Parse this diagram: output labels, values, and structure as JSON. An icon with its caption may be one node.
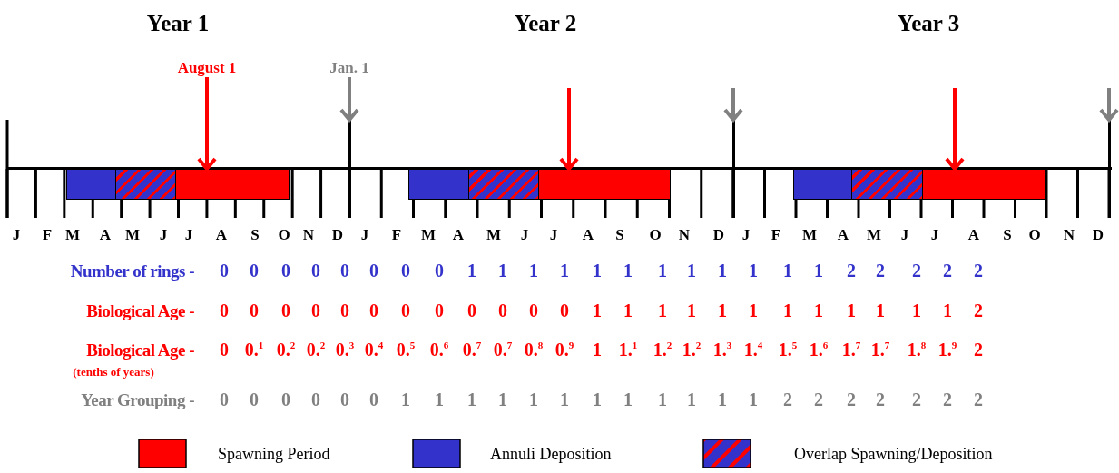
{
  "diagram": {
    "nodes": [
      {
        "text": [
          "August 1"
        ]
      },
      {
        "text": [
          "Jan. 1"
        ]
      },
      {
        "text": [],
        "shape": "bar"
      },
      {
        "text": [],
        "shape": "bar"
      },
      {
        "text": [],
        "shape": "bar"
      },
      {
        "text": [],
        "shape": "box"
      },
      {
        "text": [],
        "shape": "box"
      },
      {
        "text": [],
        "shape": "box"
      },
      {
        "text": [],
        "shape": "box"
      },
      {
        "text": [],
        "shape": "box"
      },
      {
        "text": [],
        "shape": "box"
      },
      {
        "text": [],
        "shape": "box"
      },
      {
        "text": [],
        "shape": "box"
      },
      {
        "text": [],
        "shape": "box"
      }
    ],
    "edges": [
      {
        "from": 0,
        "to": 7,
        "arrow": "to",
        "color": "#ff0000"
      },
      {
        "from": 1,
        "to": 2,
        "arrow": "to",
        "color": "#808080"
      },
      {
        "from": null,
        "to": 10,
        "arrow": "to",
        "color": "#ff0000"
      },
      {
        "from": null,
        "to": 3,
        "arrow": "to",
        "color": "#808080"
      },
      {
        "from": null,
        "to": 13,
        "arrow": "to",
        "color": "#ff0000"
      },
      {
        "from": null,
        "to": 4,
        "arrow": "to",
        "color": "#808080"
      }
    ],
    "labels": [
      "Year 1",
      "Year 2",
      "Year 3",
      "J",
      "F",
      "M",
      "A",
      "M",
      "J",
      "J",
      "A",
      "S",
      "O",
      "N",
      "D",
      "J",
      "F",
      "M",
      "A",
      "M",
      "J",
      "J",
      "A",
      "S",
      "O",
      "N",
      "D",
      "J",
      "F",
      "M",
      "A",
      "M",
      "J",
      "J",
      "A",
      "S",
      "O",
      "N",
      "D",
      "Number of rings -",
      "0",
      "0",
      "0",
      "0",
      "0",
      "0",
      "0",
      "0",
      "1",
      "1",
      "1",
      "1",
      "1",
      "1",
      "1",
      "1",
      "1",
      "1",
      "1",
      "1",
      "2",
      "2",
      "2",
      "2",
      "2",
      "Biological Age -",
      "0",
      "0",
      "0",
      "0",
      "0",
      "0",
      "0",
      "0",
      "0",
      "0",
      "0",
      "0",
      "1",
      "1",
      "1",
      "1",
      "1",
      "1",
      "1",
      "1",
      "1",
      "1",
      "1",
      "1",
      "2",
      "Biological Age -",
      "0",
      "0.$^{1}$",
      "0.$^{2}$",
      "0.$^{2}$",
      "0.$^{3}$",
      "0.$^{4}$",
      "0.$^{5}$",
      "0.$^{6}$",
      "0.$^{7}$",
      "0.$^{7}$",
      "0.$^{8}$",
      "0.$^{9}$",
      "1",
      "1.$^{1}$",
      "1.$^{2}$",
      "1.$^{2}$",
      "1.$^{3}$",
      "1.$^{4}$",
      "1.$^{5}$",
      "1.$^{6}$",
      "1.$^{7}$",
      "1.$^{7}$",
      "1.$^{8}$",
      "1.$^{9}$",
      "2",
      "(tenths of years)",
      "Year Grouping -",
      "0",
      "0",
      "0",
      "0",
      "0",
      "0",
      "1",
      "1",
      "1",
      "1",
      "1",
      "1",
      "1",
      "1",
      "1",
      "1",
      "1",
      "1",
      "2",
      "2",
      "2",
      "2",
      "2",
      "2",
      "2"
    ],
    "legend": [
      {
        "text": "Spawning Period",
        "color": "#ff0000"
      },
      {
        "text": "Annuli Deposition",
        "color": "#3333cc"
      },
      {
        "text": "Overlap Spawning/Deposition"
      }
    ]
  }
}
